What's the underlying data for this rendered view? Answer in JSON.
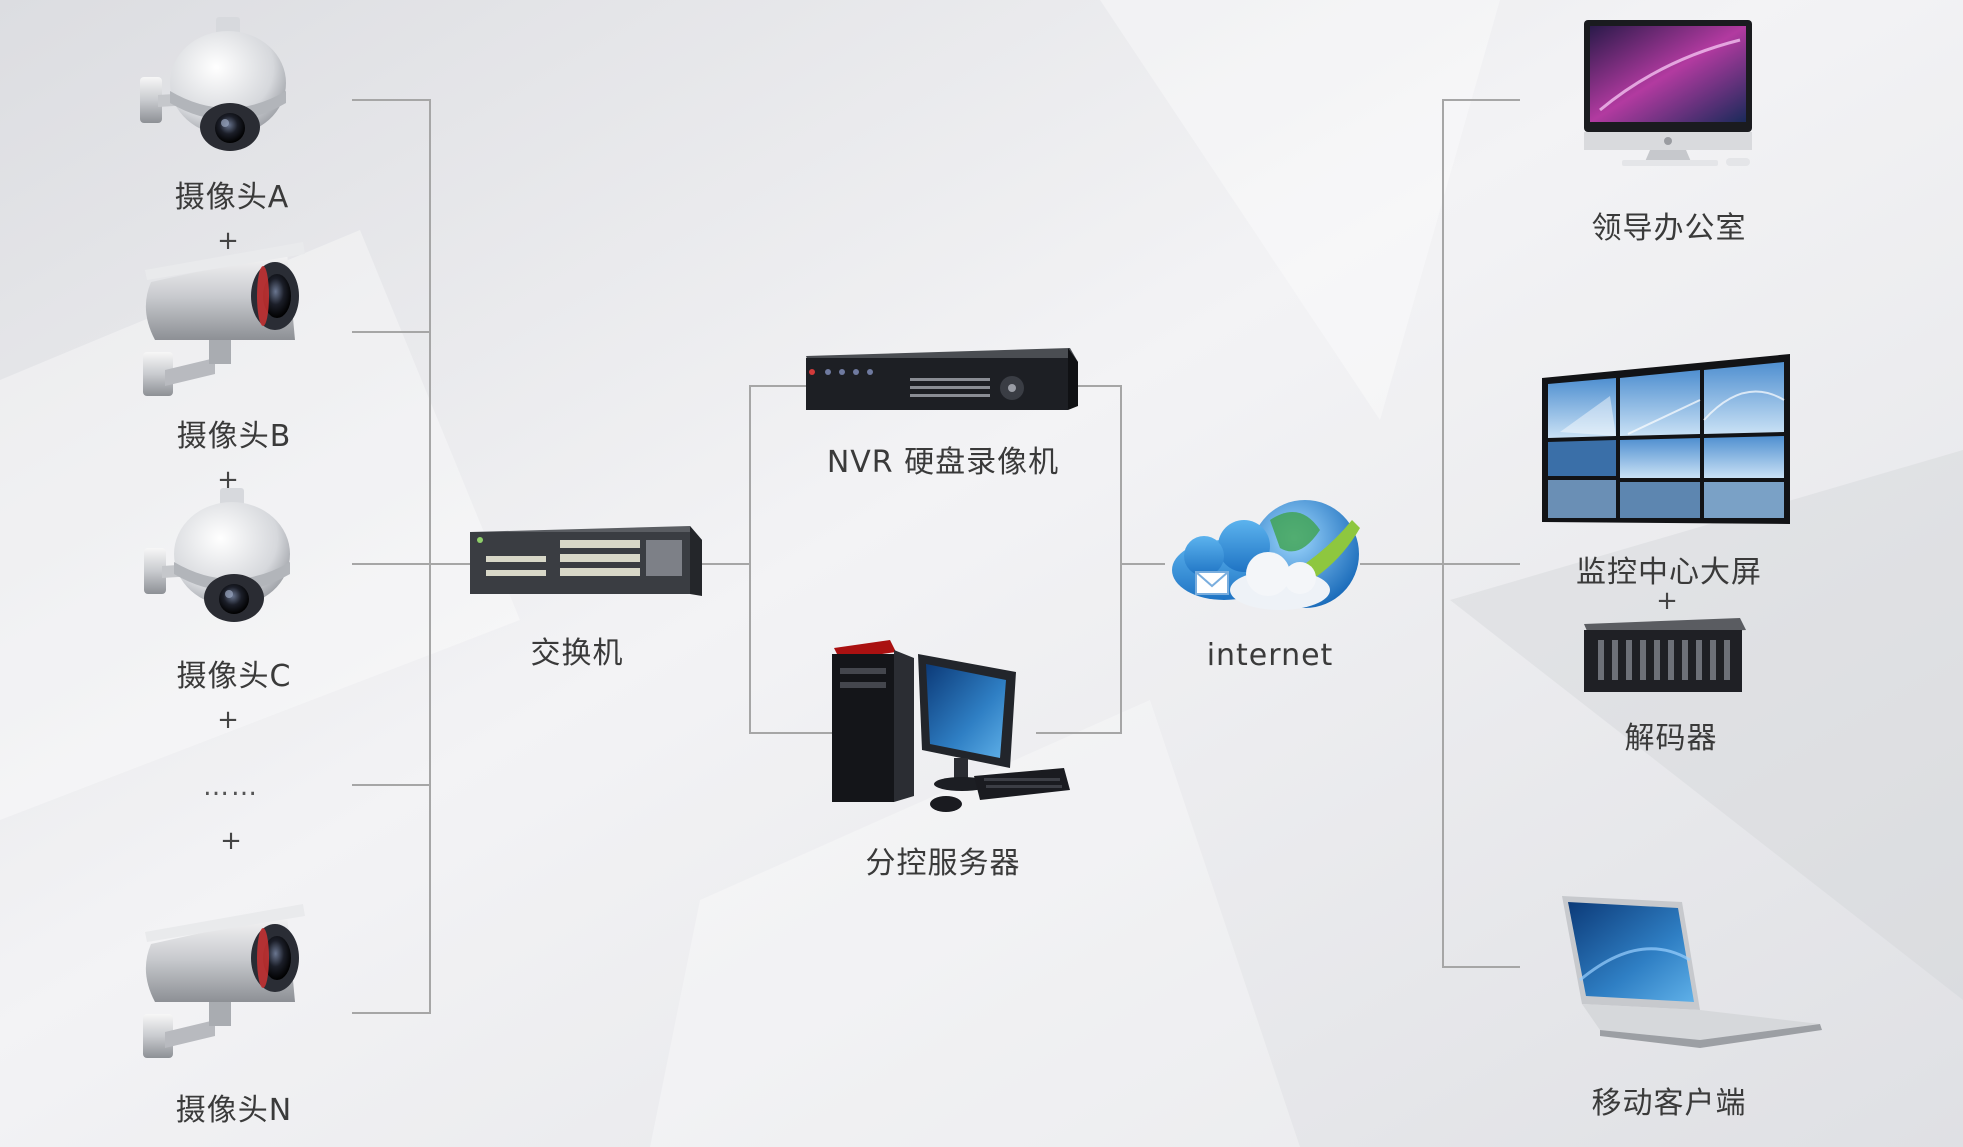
{
  "cameras": [
    {
      "label": "摄像头A"
    },
    {
      "label": "摄像头B"
    },
    {
      "label": "摄像头C"
    },
    {
      "label": "摄像头N"
    }
  ],
  "plus_sign": "+",
  "ellipsis": "……",
  "switch": {
    "label": "交换机"
  },
  "nvr": {
    "label": "NVR 硬盘录像机"
  },
  "server": {
    "label": "分控服务器"
  },
  "internet": {
    "label": "internet"
  },
  "clients": {
    "office": {
      "label": "领导办公室"
    },
    "videowall": {
      "label": "监控中心大屏"
    },
    "decoder": {
      "label": "解码器"
    },
    "mobile": {
      "label": "移动客户端"
    }
  },
  "colors": {
    "line": "#a6a6a6",
    "text": "#3a3a3a",
    "device_dark": "#1d1f24",
    "screen_blue": "#2f7fc4"
  }
}
